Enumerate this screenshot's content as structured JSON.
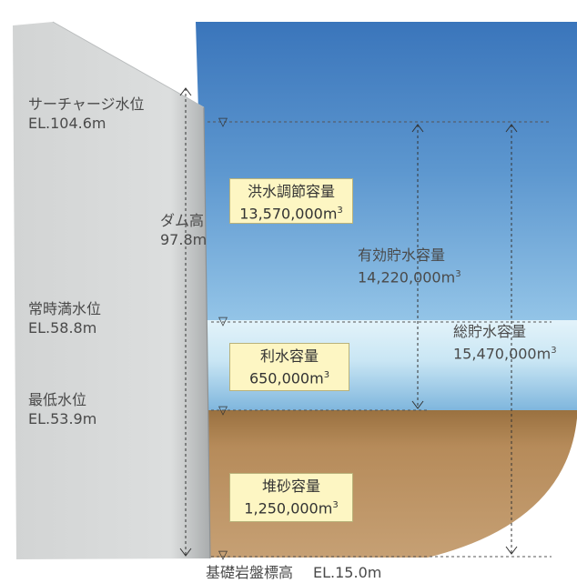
{
  "colors": {
    "water_top": "#3f7dc0",
    "water_mid": "#8cc0e6",
    "water_bottom": "#c9e6f4",
    "sediment": "#b9905e",
    "dam": "#d3d5d5",
    "label_box": "#fdf6c3"
  },
  "dam_labels": {
    "surcharge_label": "サーチャージ水位",
    "surcharge_el": "EL.104.6m",
    "normal_label": "常時満水位",
    "normal_el": "EL.58.8m",
    "min_label": "最低水位",
    "min_el": "EL.53.9m",
    "height_label": "ダム高",
    "height_value": "97.8m"
  },
  "capacities": {
    "flood": {
      "label": "洪水調節容量",
      "value": "13,570,000m",
      "unit_exp": "3"
    },
    "water_use": {
      "label": "利水容量",
      "value": "650,000m",
      "unit_exp": "3"
    },
    "sediment": {
      "label": "堆砂容量",
      "value": "1,250,000m",
      "unit_exp": "3"
    },
    "effective": {
      "label": "有効貯水容量",
      "value": "14,220,000m",
      "unit_exp": "3"
    },
    "total": {
      "label": "総貯水容量",
      "value": "15,470,000m",
      "unit_exp": "3"
    }
  },
  "foundation": {
    "label": "基礎岩盤標高",
    "el": "EL.15.0m"
  },
  "water_level_mark": "▽"
}
